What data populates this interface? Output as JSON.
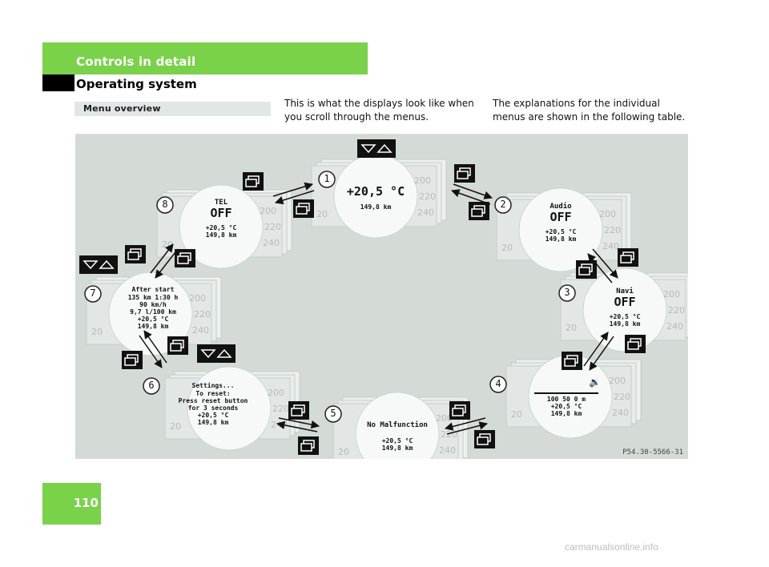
{
  "header": {
    "section": "Controls in detail",
    "chapter": "Operating system"
  },
  "menu_title": "Menu overview",
  "intro_left": "This is what the displays look like when you scroll through the menus.",
  "intro_right": "The explanations for the individual menus are shown in the following table.",
  "figure_ref": "P54.30-5566-31",
  "displays": {
    "d1": {
      "num": "1",
      "value": "+20,5 °C",
      "odo": "149,8 km"
    },
    "d2": {
      "num": "2",
      "title": "Audio",
      "status": "OFF",
      "temp": "+20,5 °C",
      "odo": "149,8 km"
    },
    "d3": {
      "num": "3",
      "title": "Navi",
      "status": "OFF",
      "temp": "+20,5 °C",
      "odo": "149,8 km"
    },
    "d4": {
      "num": "4",
      "scale": "100    50    0 m",
      "temp": "+20,5 °C",
      "odo": "149,8 km"
    },
    "d5": {
      "num": "5",
      "title": "No Malfunction",
      "temp": "+20,5 °C",
      "odo": "149,8 km"
    },
    "d6": {
      "num": "6",
      "l1": "Settings...",
      "l2": "To reset:",
      "l3": "Press reset button",
      "l4": "for 3 seconds",
      "temp": "+20,5 °C",
      "odo": "149,8 km"
    },
    "d7": {
      "num": "7",
      "l1": "After start",
      "l2": "135 km  1:30 h",
      "l3": "90 km/h",
      "l4": "9,7 l/100 km",
      "temp": "+20,5 °C",
      "odo": "149,8 km"
    },
    "d8": {
      "num": "8",
      "title": "TEL",
      "status": "OFF",
      "temp": "+20,5 °C",
      "odo": "149,8 km"
    }
  },
  "gauge_ticks": [
    "200",
    "220",
    "240"
  ],
  "page_number": "110",
  "watermark": "carmanualsonline.info"
}
